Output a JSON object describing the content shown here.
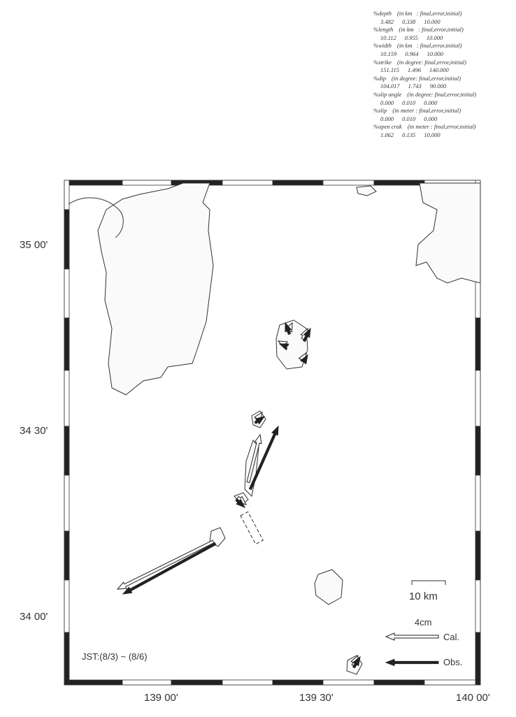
{
  "parameters": [
    {
      "name": "%depth",
      "unit": "(in km   : final,error,initial)",
      "final": "3.482",
      "error": "0.338",
      "initial": "10.000"
    },
    {
      "name": "%length",
      "unit": "(in km   : final,error,initial)",
      "final": "10.112",
      "error": "0.955",
      "initial": "10.000"
    },
    {
      "name": "%width",
      "unit": "(in km   : final,error,initial)",
      "final": "10.159",
      "error": "0.964",
      "initial": "10.000"
    },
    {
      "name": "%strike",
      "unit": "(in degree: final,error,initial)",
      "final": "151.115",
      "error": "1.496",
      "initial": "140.000"
    },
    {
      "name": "%dip",
      "unit": "(in degree: final,error,initial)",
      "final": "104.017",
      "error": "1.743",
      "initial": "90.000"
    },
    {
      "name": "%slip angle",
      "unit": "(in degree: final,error,initial)",
      "final": "0.000",
      "error": "0.010",
      "initial": "0.000"
    },
    {
      "name": "%slip",
      "unit": "(in meter : final,error,initial)",
      "final": "0.000",
      "error": "0.010",
      "initial": "0.000"
    },
    {
      "name": "%open crak",
      "unit": "(in meter : final,error,initial)",
      "final": "1.062",
      "error": "0.135",
      "initial": "10.000"
    }
  ],
  "axes": {
    "lat_labels": [
      "35 00'",
      "34 30'",
      "34 00'"
    ],
    "lon_labels": [
      "139 00'",
      "139 30'",
      "140 00'"
    ]
  },
  "legend": {
    "scale_label": "10 km",
    "vector_scale": "4cm",
    "cal_label": "Cal.",
    "obs_label": "Obs."
  },
  "period_label": "JST:(8/3) ~ (8/6)",
  "colors": {
    "obs": "#222222",
    "cal": "#ffffff",
    "line": "#333333"
  }
}
